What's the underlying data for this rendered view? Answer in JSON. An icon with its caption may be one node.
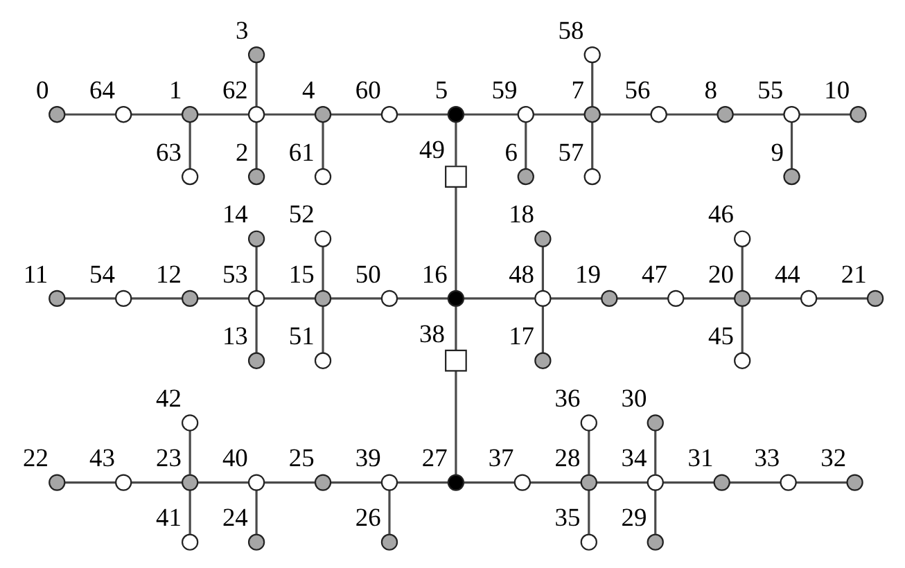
{
  "diagram": {
    "nodes": [
      {
        "text": [],
        "shape": "circle",
        "beside": [
          "3"
        ]
      },
      {
        "text": [],
        "shape": "circle",
        "beside": [
          "58"
        ]
      },
      {
        "text": [],
        "shape": "circle",
        "beside": [
          "0"
        ]
      },
      {
        "text": [],
        "shape": "circle",
        "beside": [
          "64"
        ]
      },
      {
        "text": [],
        "shape": "circle",
        "beside": [
          "1"
        ]
      },
      {
        "text": [],
        "shape": "circle",
        "beside": [
          "62"
        ]
      },
      {
        "text": [],
        "shape": "circle",
        "beside": [
          "4"
        ]
      },
      {
        "text": [],
        "shape": "circle",
        "beside": [
          "60"
        ]
      },
      {
        "text": [],
        "shape": "circle",
        "beside": [
          "5"
        ]
      },
      {
        "text": [],
        "shape": "circle",
        "beside": [
          "59"
        ]
      },
      {
        "text": [],
        "shape": "circle",
        "beside": [
          "7"
        ]
      },
      {
        "text": [],
        "shape": "circle",
        "beside": [
          "56"
        ]
      },
      {
        "text": [],
        "shape": "circle",
        "beside": [
          "8"
        ]
      },
      {
        "text": [],
        "shape": "circle",
        "beside": [
          "55"
        ]
      },
      {
        "text": [],
        "shape": "circle",
        "beside": [
          "10"
        ]
      },
      {
        "text": [],
        "shape": "circle",
        "beside": [
          "63"
        ]
      },
      {
        "text": [],
        "shape": "circle",
        "beside": [
          "2"
        ]
      },
      {
        "text": [],
        "shape": "circle",
        "beside": [
          "61"
        ]
      },
      {
        "text": [],
        "shape": "box",
        "beside": [
          "49"
        ]
      },
      {
        "text": [],
        "shape": "circle",
        "beside": [
          "6"
        ]
      },
      {
        "text": [],
        "shape": "circle",
        "beside": [
          "57"
        ]
      },
      {
        "text": [],
        "shape": "circle",
        "beside": [
          "9"
        ]
      },
      {
        "text": [],
        "shape": "circle",
        "beside": [
          "14"
        ]
      },
      {
        "text": [],
        "shape": "circle",
        "beside": [
          "52"
        ]
      },
      {
        "text": [],
        "shape": "circle",
        "beside": [
          "18"
        ]
      },
      {
        "text": [],
        "shape": "circle",
        "beside": [
          "46"
        ]
      },
      {
        "text": [],
        "shape": "circle",
        "beside": [
          "11"
        ]
      },
      {
        "text": [],
        "shape": "circle",
        "beside": [
          "54"
        ]
      },
      {
        "text": [],
        "shape": "circle",
        "beside": [
          "12"
        ]
      },
      {
        "text": [],
        "shape": "circle",
        "beside": [
          "53"
        ]
      },
      {
        "text": [],
        "shape": "circle",
        "beside": [
          "15"
        ]
      },
      {
        "text": [],
        "shape": "circle",
        "beside": [
          "50"
        ]
      },
      {
        "text": [],
        "shape": "circle",
        "beside": [
          "16"
        ]
      },
      {
        "text": [],
        "shape": "circle",
        "beside": [
          "48"
        ]
      },
      {
        "text": [],
        "shape": "circle",
        "beside": [
          "19"
        ]
      },
      {
        "text": [],
        "shape": "circle",
        "beside": [
          "47"
        ]
      },
      {
        "text": [],
        "shape": "circle",
        "beside": [
          "20"
        ]
      },
      {
        "text": [],
        "shape": "circle",
        "beside": [
          "44"
        ]
      },
      {
        "text": [],
        "shape": "circle",
        "beside": [
          "21"
        ]
      },
      {
        "text": [],
        "shape": "circle",
        "beside": [
          "13"
        ]
      },
      {
        "text": [],
        "shape": "circle",
        "beside": [
          "51"
        ]
      },
      {
        "text": [],
        "shape": "box",
        "beside": [
          "38"
        ]
      },
      {
        "text": [],
        "shape": "circle",
        "beside": [
          "17"
        ]
      },
      {
        "text": [],
        "shape": "circle",
        "beside": [
          "45"
        ]
      },
      {
        "text": [],
        "shape": "circle",
        "beside": [
          "42"
        ]
      },
      {
        "text": [],
        "shape": "circle",
        "beside": [
          "36"
        ]
      },
      {
        "text": [],
        "shape": "circle",
        "beside": [
          "30"
        ]
      },
      {
        "text": [],
        "shape": "circle",
        "beside": [
          "22"
        ]
      },
      {
        "text": [],
        "shape": "circle",
        "beside": [
          "43"
        ]
      },
      {
        "text": [],
        "shape": "circle",
        "beside": [
          "23"
        ]
      },
      {
        "text": [],
        "shape": "circle",
        "beside": [
          "40"
        ]
      },
      {
        "text": [],
        "shape": "circle",
        "beside": [
          "25"
        ]
      },
      {
        "text": [],
        "shape": "circle",
        "beside": [
          "39"
        ]
      },
      {
        "text": [],
        "shape": "circle",
        "beside": [
          "27"
        ]
      },
      {
        "text": [],
        "shape": "circle",
        "beside": [
          "37"
        ]
      },
      {
        "text": [],
        "shape": "circle",
        "beside": [
          "28"
        ]
      },
      {
        "text": [],
        "shape": "circle",
        "beside": [
          "34"
        ]
      },
      {
        "text": [],
        "shape": "circle",
        "beside": [
          "31"
        ]
      },
      {
        "text": [],
        "shape": "circle",
        "beside": [
          "33"
        ]
      },
      {
        "text": [],
        "shape": "circle",
        "beside": [
          "32"
        ]
      },
      {
        "text": [],
        "shape": "circle",
        "beside": [
          "41"
        ]
      },
      {
        "text": [],
        "shape": "circle",
        "beside": [
          "24"
        ]
      },
      {
        "text": [],
        "shape": "circle",
        "beside": [
          "26"
        ]
      },
      {
        "text": [],
        "shape": "circle",
        "beside": [
          "35"
        ]
      },
      {
        "text": [],
        "shape": "circle",
        "beside": [
          "29"
        ]
      }
    ],
    "edges": [
      {
        "from": 2,
        "to": 3,
        "arrow": "none"
      },
      {
        "from": 3,
        "to": 4,
        "arrow": "none"
      },
      {
        "from": 4,
        "to": 5,
        "arrow": "none"
      },
      {
        "from": 5,
        "to": 6,
        "arrow": "none"
      },
      {
        "from": 6,
        "to": 7,
        "arrow": "none"
      },
      {
        "from": 7,
        "to": 8,
        "arrow": "none"
      },
      {
        "from": 8,
        "to": 9,
        "arrow": "none"
      },
      {
        "from": 9,
        "to": 10,
        "arrow": "none"
      },
      {
        "from": 10,
        "to": 11,
        "arrow": "none"
      },
      {
        "from": 11,
        "to": 12,
        "arrow": "none"
      },
      {
        "from": 12,
        "to": 13,
        "arrow": "none"
      },
      {
        "from": 13,
        "to": 14,
        "arrow": "none"
      },
      {
        "from": 4,
        "to": 15,
        "arrow": "none"
      },
      {
        "from": 0,
        "to": 5,
        "arrow": "none"
      },
      {
        "from": 5,
        "to": 16,
        "arrow": "none"
      },
      {
        "from": 6,
        "to": 17,
        "arrow": "none"
      },
      {
        "from": 9,
        "to": 19,
        "arrow": "none"
      },
      {
        "from": 1,
        "to": 10,
        "arrow": "none"
      },
      {
        "from": 10,
        "to": 20,
        "arrow": "none"
      },
      {
        "from": 13,
        "to": 21,
        "arrow": "none"
      },
      {
        "from": 8,
        "to": 18,
        "arrow": "none"
      },
      {
        "from": 18,
        "to": 32,
        "arrow": "none"
      },
      {
        "from": 32,
        "to": 41,
        "arrow": "none"
      },
      {
        "from": 41,
        "to": 53,
        "arrow": "none"
      },
      {
        "from": 26,
        "to": 27,
        "arrow": "none"
      },
      {
        "from": 27,
        "to": 28,
        "arrow": "none"
      },
      {
        "from": 28,
        "to": 29,
        "arrow": "none"
      },
      {
        "from": 29,
        "to": 30,
        "arrow": "none"
      },
      {
        "from": 30,
        "to": 31,
        "arrow": "none"
      },
      {
        "from": 31,
        "to": 32,
        "arrow": "none"
      },
      {
        "from": 32,
        "to": 33,
        "arrow": "none"
      },
      {
        "from": 33,
        "to": 34,
        "arrow": "none"
      },
      {
        "from": 34,
        "to": 35,
        "arrow": "none"
      },
      {
        "from": 35,
        "to": 36,
        "arrow": "none"
      },
      {
        "from": 36,
        "to": 37,
        "arrow": "none"
      },
      {
        "from": 37,
        "to": 38,
        "arrow": "none"
      },
      {
        "from": 22,
        "to": 29,
        "arrow": "none"
      },
      {
        "from": 29,
        "to": 39,
        "arrow": "none"
      },
      {
        "from": 23,
        "to": 30,
        "arrow": "none"
      },
      {
        "from": 30,
        "to": 40,
        "arrow": "none"
      },
      {
        "from": 24,
        "to": 33,
        "arrow": "none"
      },
      {
        "from": 33,
        "to": 42,
        "arrow": "none"
      },
      {
        "from": 25,
        "to": 36,
        "arrow": "none"
      },
      {
        "from": 36,
        "to": 43,
        "arrow": "none"
      },
      {
        "from": 47,
        "to": 48,
        "arrow": "none"
      },
      {
        "from": 48,
        "to": 49,
        "arrow": "none"
      },
      {
        "from": 49,
        "to": 50,
        "arrow": "none"
      },
      {
        "from": 50,
        "to": 51,
        "arrow": "none"
      },
      {
        "from": 51,
        "to": 52,
        "arrow": "none"
      },
      {
        "from": 52,
        "to": 53,
        "arrow": "none"
      },
      {
        "from": 53,
        "to": 54,
        "arrow": "none"
      },
      {
        "from": 54,
        "to": 55,
        "arrow": "none"
      },
      {
        "from": 55,
        "to": 56,
        "arrow": "none"
      },
      {
        "from": 56,
        "to": 57,
        "arrow": "none"
      },
      {
        "from": 57,
        "to": 58,
        "arrow": "none"
      },
      {
        "from": 58,
        "to": 59,
        "arrow": "none"
      },
      {
        "from": 44,
        "to": 49,
        "arrow": "none"
      },
      {
        "from": 49,
        "to": 60,
        "arrow": "none"
      },
      {
        "from": 50,
        "to": 61,
        "arrow": "none"
      },
      {
        "from": 52,
        "to": 62,
        "arrow": "none"
      },
      {
        "from": 45,
        "to": 55,
        "arrow": "none"
      },
      {
        "from": 55,
        "to": 63,
        "arrow": "none"
      },
      {
        "from": 46,
        "to": 56,
        "arrow": "none"
      },
      {
        "from": 56,
        "to": 64,
        "arrow": "none"
      }
    ]
  }
}
